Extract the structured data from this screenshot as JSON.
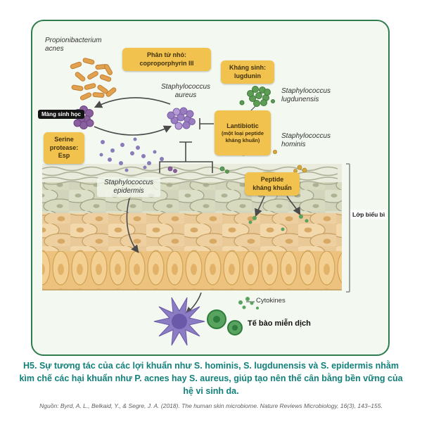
{
  "organisms": {
    "p_acnes": "Propionibacterium\nacnes",
    "s_aureus": "Staphylococcus\naureus",
    "s_lugdunensis": "Staphylococcus\nlugdunensis",
    "s_hominis": "Staphylococcus\nhominis",
    "s_epidermis": "Staphylococcus\nepidermis"
  },
  "callouts": {
    "small_molecule": "Phân tử nhỏ:\ncoproporphyrin III",
    "antibiotic": "Kháng sinh:\nlugdunin",
    "lantibiotic_title": "Lantibiotic",
    "lantibiotic_sub": "(một loại peptide\nkháng khuẩn)",
    "serine_protease": "Serine\nprotease:\nEsp",
    "antimicrobial_peptide": "Peptide\nkháng khuẩn",
    "biofilm": "Màng sinh học"
  },
  "skin": {
    "epidermis_layer": "Lớp biểu bì",
    "cytokines": "Cytokines",
    "immune_cells": "Tế bào miễn dịch"
  },
  "caption": {
    "text": "H5. Sự tương tác của các lợi khuẩn như S. hominis, S. lugdunensis và S. epidermis nhằm kìm chế các hại khuẩn như P. acnes hay S. aureus, giúp tạo nên thế cân bằng bền vững của hệ vi sinh da.",
    "source": "Nguồn: Byrd, A. L., Belkaid, Y., & Segre, J. A. (2018). The human skin microbiome. Nature Reviews Microbiology, 16(3), 143–155."
  },
  "colors": {
    "panel_border": "#2f7d4e",
    "panel_bg": "#f3f8f0",
    "callout_bg": "#f2c24e",
    "caption_teal": "#12807a",
    "p_acnes_orange": "#e2a14f",
    "s_aureus_purple": "#9a7cc0",
    "biofilm_purple": "#8a5f9e",
    "s_lugdunensis_green": "#5d9c55",
    "s_hominis_gold": "#d5a83d",
    "dendritic_cell_purple": "#8b7cc4",
    "immune_cell_green": "#57a35f"
  }
}
